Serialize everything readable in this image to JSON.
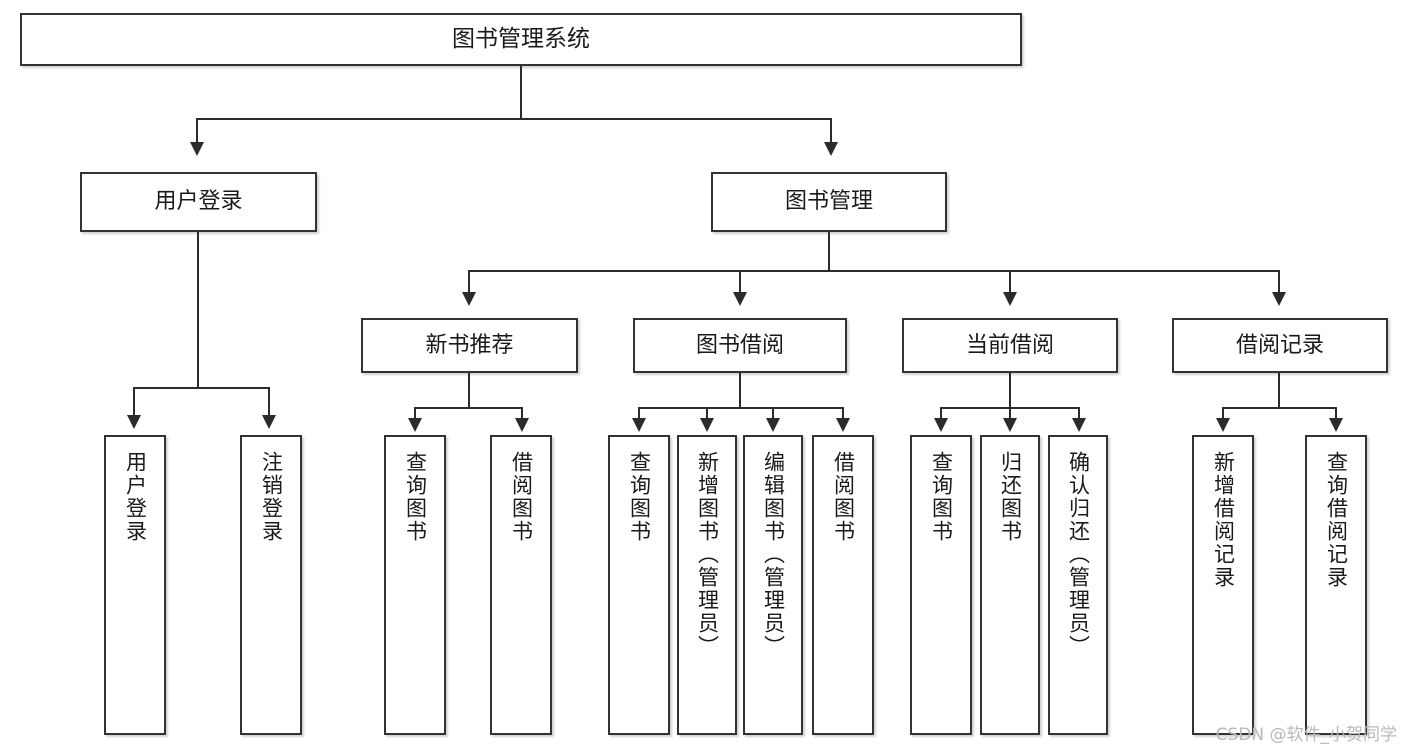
{
  "diagram": {
    "title": "图书管理系统",
    "type": "tree",
    "watermark": "CSDN @软件_小贺同学",
    "colors": {
      "box_border": "#333333",
      "line": "#2b2b2b",
      "background": "#ffffff",
      "text": "#1a1a1a",
      "watermark": "#b9b9b9"
    },
    "levels": {
      "root": {
        "label": "图书管理系统"
      },
      "level1": [
        {
          "label": "用户登录"
        },
        {
          "label": "图书管理"
        }
      ],
      "level2": [
        {
          "label": "新书推荐"
        },
        {
          "label": "图书借阅"
        },
        {
          "label": "当前借阅"
        },
        {
          "label": "借阅记录"
        }
      ],
      "leaves": {
        "user_login": [
          {
            "label": "用户登录"
          },
          {
            "label": "注销登录"
          }
        ],
        "new_book_recommend": [
          {
            "label": "查询图书"
          },
          {
            "label": "借阅图书"
          }
        ],
        "book_borrow": [
          {
            "label": "查询图书"
          },
          {
            "label": "新增图书（管理员）"
          },
          {
            "label": "编辑图书（管理员）"
          },
          {
            "label": "借阅图书"
          }
        ],
        "current_borrow": [
          {
            "label": "查询图书"
          },
          {
            "label": "归还图书"
          },
          {
            "label": "确认归还（管理员）"
          }
        ],
        "borrow_record": [
          {
            "label": "新增借阅记录"
          },
          {
            "label": "查询借阅记录"
          }
        ]
      }
    }
  }
}
